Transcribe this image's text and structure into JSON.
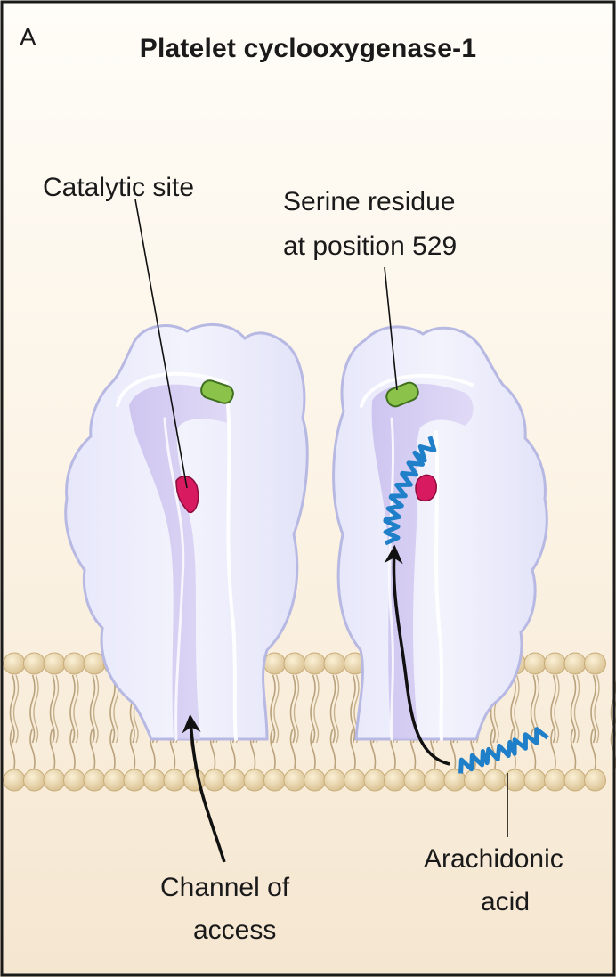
{
  "figure": {
    "panel_letter": "A",
    "title": "Platelet cyclooxygenase-1"
  },
  "labels": {
    "catalytic_site": "Catalytic site",
    "serine_line1": "Serine residue",
    "serine_line2": "at position 529",
    "channel_line1": "Channel of",
    "channel_line2": "access",
    "arachidonic_line1": "Arachidonic",
    "arachidonic_line2": "acid"
  },
  "colors": {
    "background_top": "#fffdf7",
    "background_bottom": "#f7ead6",
    "membrane_head": "#ecd9b0",
    "membrane_tail": "#b9a27c",
    "enzyme_fill": "#e9eafb",
    "enzyme_outline": "#b7b9e3",
    "channel_fill": "#cdc3ee",
    "serine": "#7cb342",
    "catalytic_site": "#d81b60",
    "arachidonic_acid": "#1f7fc8",
    "frame": "#1a1a1a"
  },
  "icons": {
    "serine_marker": "green-capsule",
    "catalytic_marker": "magenta-blob",
    "fatty_acid": "blue-zigzag-chain",
    "arrows": "curved-black-arrow"
  }
}
